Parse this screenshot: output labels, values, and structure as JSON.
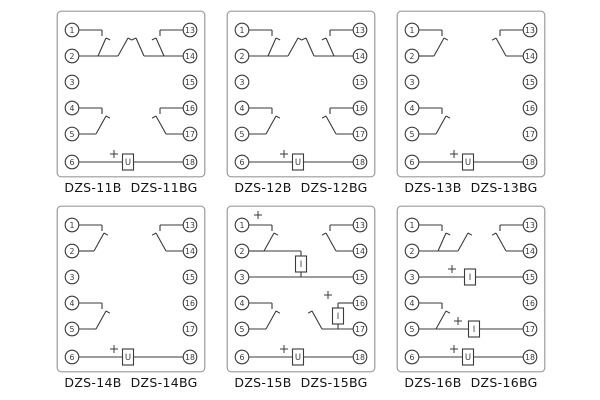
{
  "style": {
    "line_color": "#3a3a3a",
    "border_color": "#9a9a9a",
    "background": "#ffffff",
    "label_color": "#141414"
  },
  "panels": [
    {
      "name": "dzs-11b",
      "label_a": "DZS-11B",
      "label_b": "DZS-11BG",
      "left_terminals": [
        1,
        2,
        3,
        4,
        5,
        6
      ],
      "right_terminals": [
        13,
        14,
        15,
        16,
        17,
        18
      ],
      "components": [
        "contact-1-2",
        "aux-contact",
        "contact-13-14",
        "aux-contact",
        "contact-4-5",
        "contact-16-17",
        "coil-U-6-18",
        "plus-6"
      ],
      "shapes": [
        [
          "l",
          23,
          20,
          46,
          20
        ],
        [
          "l",
          46,
          20,
          46,
          26
        ],
        [
          "l",
          23,
          46,
          62,
          46
        ],
        [
          "s",
          42,
          46,
          50,
          28
        ],
        [
          "s",
          62,
          46,
          72,
          28
        ],
        [
          "l",
          127,
          20,
          104,
          20
        ],
        [
          "l",
          104,
          20,
          104,
          26
        ],
        [
          "l",
          127,
          46,
          88,
          46
        ],
        [
          "s",
          108,
          46,
          100,
          28
        ],
        [
          "s",
          88,
          46,
          80,
          28
        ],
        [
          "l",
          23,
          98,
          46,
          98
        ],
        [
          "l",
          46,
          98,
          46,
          104
        ],
        [
          "l",
          23,
          124,
          40,
          124
        ],
        [
          "s",
          40,
          124,
          50,
          106
        ],
        [
          "l",
          127,
          98,
          104,
          98
        ],
        [
          "l",
          104,
          98,
          104,
          104
        ],
        [
          "l",
          127,
          124,
          110,
          124
        ],
        [
          "s",
          110,
          124,
          100,
          106
        ],
        [
          "l",
          23,
          152,
          66,
          152
        ],
        [
          "p",
          58,
          144
        ],
        [
          "b",
          72,
          152,
          "U"
        ],
        [
          "l",
          78,
          152,
          127,
          152
        ]
      ]
    },
    {
      "name": "dzs-12b",
      "label_a": "DZS-12B",
      "label_b": "DZS-12BG",
      "left_terminals": [
        1,
        2,
        3,
        4,
        5,
        6
      ],
      "right_terminals": [
        13,
        14,
        15,
        16,
        17,
        18
      ],
      "components": [
        "contact-1-2",
        "aux-contact",
        "contact-13-14",
        "aux-contact",
        "contact-4-5",
        "contact-16-17",
        "coil-U-6-18",
        "plus-6"
      ],
      "shapes": [
        [
          "l",
          23,
          20,
          46,
          20
        ],
        [
          "l",
          46,
          20,
          46,
          26
        ],
        [
          "l",
          23,
          46,
          62,
          46
        ],
        [
          "s",
          42,
          46,
          50,
          28
        ],
        [
          "s",
          62,
          46,
          72,
          28
        ],
        [
          "l",
          127,
          20,
          104,
          20
        ],
        [
          "l",
          104,
          20,
          104,
          26
        ],
        [
          "l",
          127,
          46,
          88,
          46
        ],
        [
          "s",
          108,
          46,
          100,
          28
        ],
        [
          "s",
          88,
          46,
          80,
          28
        ],
        [
          "l",
          23,
          98,
          46,
          98
        ],
        [
          "l",
          46,
          98,
          46,
          104
        ],
        [
          "l",
          23,
          124,
          40,
          124
        ],
        [
          "s",
          40,
          124,
          50,
          106
        ],
        [
          "l",
          127,
          98,
          104,
          98
        ],
        [
          "l",
          104,
          98,
          104,
          104
        ],
        [
          "l",
          127,
          124,
          110,
          124
        ],
        [
          "s",
          110,
          124,
          100,
          106
        ],
        [
          "l",
          23,
          152,
          66,
          152
        ],
        [
          "p",
          58,
          144
        ],
        [
          "b",
          72,
          152,
          "U"
        ],
        [
          "l",
          78,
          152,
          127,
          152
        ]
      ]
    },
    {
      "name": "dzs-13b",
      "label_a": "DZS-13B",
      "label_b": "DZS-13BG",
      "left_terminals": [
        1,
        2,
        3,
        4,
        5,
        6
      ],
      "right_terminals": [
        13,
        14,
        15,
        16,
        17,
        18
      ],
      "components": [
        "contact-1-2",
        "contact-13-14",
        "contact-4-5",
        "coil-U-6-18",
        "plus-6"
      ],
      "shapes": [
        [
          "l",
          23,
          20,
          46,
          20
        ],
        [
          "l",
          46,
          20,
          46,
          26
        ],
        [
          "l",
          23,
          46,
          38,
          46
        ],
        [
          "s",
          38,
          46,
          48,
          28
        ],
        [
          "l",
          127,
          20,
          104,
          20
        ],
        [
          "l",
          104,
          20,
          104,
          26
        ],
        [
          "l",
          127,
          46,
          110,
          46
        ],
        [
          "s",
          110,
          46,
          100,
          28
        ],
        [
          "l",
          23,
          98,
          46,
          98
        ],
        [
          "l",
          46,
          98,
          46,
          104
        ],
        [
          "l",
          23,
          124,
          40,
          124
        ],
        [
          "s",
          40,
          124,
          50,
          106
        ],
        [
          "l",
          23,
          152,
          66,
          152
        ],
        [
          "p",
          58,
          144
        ],
        [
          "b",
          72,
          152,
          "U"
        ],
        [
          "l",
          78,
          152,
          127,
          152
        ]
      ]
    },
    {
      "name": "dzs-14b",
      "label_a": "DZS-14B",
      "label_b": "DZS-14BG",
      "left_terminals": [
        1,
        2,
        3,
        4,
        5,
        6
      ],
      "right_terminals": [
        13,
        14,
        15,
        16,
        17,
        18
      ],
      "components": [
        "contact-1-2",
        "contact-13-14",
        "contact-4-5",
        "coil-U-6-18",
        "plus-6"
      ],
      "shapes": [
        [
          "l",
          23,
          20,
          46,
          20
        ],
        [
          "l",
          46,
          20,
          46,
          26
        ],
        [
          "l",
          23,
          46,
          38,
          46
        ],
        [
          "s",
          38,
          46,
          48,
          28
        ],
        [
          "l",
          127,
          20,
          104,
          20
        ],
        [
          "l",
          104,
          20,
          104,
          26
        ],
        [
          "l",
          127,
          46,
          110,
          46
        ],
        [
          "s",
          110,
          46,
          100,
          28
        ],
        [
          "l",
          23,
          98,
          46,
          98
        ],
        [
          "l",
          46,
          98,
          46,
          104
        ],
        [
          "l",
          23,
          124,
          40,
          124
        ],
        [
          "s",
          40,
          124,
          50,
          106
        ],
        [
          "l",
          23,
          152,
          66,
          152
        ],
        [
          "p",
          58,
          144
        ],
        [
          "b",
          72,
          152,
          "U"
        ],
        [
          "l",
          78,
          152,
          127,
          152
        ]
      ]
    },
    {
      "name": "dzs-15b",
      "label_a": "DZS-15B",
      "label_b": "DZS-15BG",
      "left_terminals": [
        1,
        2,
        3,
        4,
        5,
        6
      ],
      "right_terminals": [
        13,
        14,
        15,
        16,
        17,
        18
      ],
      "components": [
        "plus-1",
        "contact-1-2",
        "coil-I-3-15",
        "contact-13-14",
        "contact-4-5",
        "plus-16",
        "coil-I-16-17",
        "aux-contact-17",
        "coil-U-6-18",
        "plus-6"
      ],
      "shapes": [
        [
          "p",
          32,
          10
        ],
        [
          "l",
          23,
          20,
          46,
          20
        ],
        [
          "l",
          46,
          20,
          46,
          26
        ],
        [
          "l",
          23,
          46,
          38,
          46
        ],
        [
          "s",
          38,
          46,
          48,
          28
        ],
        [
          "l",
          38,
          46,
          75,
          46
        ],
        [
          "l",
          75,
          46,
          75,
          51
        ],
        [
          "b",
          75,
          59,
          "I"
        ],
        [
          "l",
          75,
          67,
          75,
          72
        ],
        [
          "l",
          23,
          72,
          127,
          72
        ],
        [
          "l",
          127,
          20,
          104,
          20
        ],
        [
          "l",
          104,
          20,
          104,
          26
        ],
        [
          "l",
          127,
          46,
          110,
          46
        ],
        [
          "s",
          110,
          46,
          100,
          28
        ],
        [
          "l",
          23,
          98,
          46,
          98
        ],
        [
          "l",
          46,
          98,
          46,
          104
        ],
        [
          "l",
          23,
          124,
          40,
          124
        ],
        [
          "s",
          40,
          124,
          50,
          106
        ],
        [
          "p",
          102,
          90
        ],
        [
          "l",
          127,
          98,
          112,
          98
        ],
        [
          "l",
          112,
          98,
          112,
          103
        ],
        [
          "b",
          112,
          111,
          "I"
        ],
        [
          "l",
          112,
          119,
          112,
          124
        ],
        [
          "l",
          127,
          124,
          96,
          124
        ],
        [
          "s",
          96,
          124,
          86,
          106
        ],
        [
          "l",
          23,
          152,
          66,
          152
        ],
        [
          "p",
          58,
          144
        ],
        [
          "b",
          72,
          152,
          "U"
        ],
        [
          "l",
          78,
          152,
          127,
          152
        ]
      ]
    },
    {
      "name": "dzs-16b",
      "label_a": "DZS-16B",
      "label_b": "DZS-16BG",
      "left_terminals": [
        1,
        2,
        3,
        4,
        5,
        6
      ],
      "right_terminals": [
        13,
        14,
        15,
        16,
        17,
        18
      ],
      "components": [
        "contact-1-2",
        "aux-contact",
        "contact-13-14",
        "plus-3",
        "coil-I-3-15",
        "contact-4-5",
        "plus-5",
        "coil-I-5-17",
        "coil-U-6-18",
        "plus-6"
      ],
      "shapes": [
        [
          "l",
          23,
          20,
          46,
          20
        ],
        [
          "l",
          46,
          20,
          46,
          26
        ],
        [
          "l",
          23,
          46,
          62,
          46
        ],
        [
          "s",
          42,
          46,
          50,
          28
        ],
        [
          "s",
          62,
          46,
          72,
          28
        ],
        [
          "l",
          127,
          20,
          104,
          20
        ],
        [
          "l",
          104,
          20,
          104,
          26
        ],
        [
          "l",
          127,
          46,
          110,
          46
        ],
        [
          "s",
          110,
          46,
          100,
          28
        ],
        [
          "l",
          23,
          72,
          68,
          72
        ],
        [
          "p",
          56,
          64
        ],
        [
          "b",
          74,
          72,
          "I"
        ],
        [
          "l",
          80,
          72,
          127,
          72
        ],
        [
          "l",
          23,
          98,
          46,
          98
        ],
        [
          "l",
          46,
          98,
          46,
          104
        ],
        [
          "l",
          23,
          124,
          40,
          124
        ],
        [
          "s",
          40,
          124,
          50,
          106
        ],
        [
          "l",
          40,
          124,
          72,
          124
        ],
        [
          "p",
          62,
          116
        ],
        [
          "b",
          78,
          124,
          "I"
        ],
        [
          "l",
          84,
          124,
          127,
          124
        ],
        [
          "l",
          23,
          152,
          66,
          152
        ],
        [
          "p",
          58,
          144
        ],
        [
          "b",
          72,
          152,
          "U"
        ],
        [
          "l",
          78,
          152,
          127,
          152
        ]
      ]
    }
  ]
}
